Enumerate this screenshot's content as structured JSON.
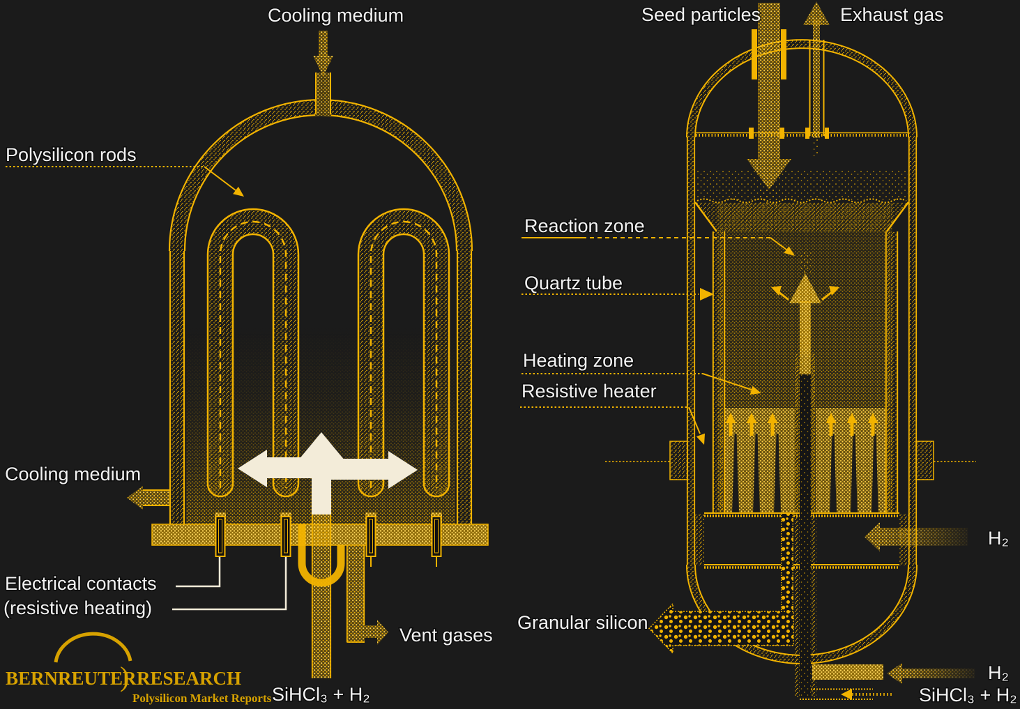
{
  "colors": {
    "background": "#1b1b1b",
    "gold": "#f2b300",
    "gold_bright": "#ffd24a",
    "cream": "#f3ecd9",
    "label": "#f2f2f2",
    "logo_gold": "#d7a200"
  },
  "siemens_reactor": {
    "labels": {
      "cooling_medium_top": "Cooling medium",
      "polysilicon_rods": "Polysilicon rods",
      "cooling_medium_side": "Cooling medium",
      "electrical_contacts_line1": "Electrical contacts",
      "electrical_contacts_line2": "(resistive heating)",
      "vent_gases": "Vent gases",
      "feed_gas": "SiHCl₃ + H₂"
    }
  },
  "fbr_reactor": {
    "labels": {
      "seed_particles": "Seed particles",
      "exhaust_gas": "Exhaust gas",
      "reaction_zone": "Reaction zone",
      "quartz_tube": "Quartz tube",
      "heating_zone": "Heating zone",
      "resistive_heater": "Resistive heater",
      "granular_silicon": "Granular silicon",
      "h2_upper": "H₂",
      "h2_lower": "H₂",
      "feed_gas": "SiHCl₃ + H₂"
    }
  },
  "logo": {
    "word1": "BERNREUTER",
    "separator": ")",
    "word2": "RESEARCH",
    "tagline": "Polysilicon Market Reports"
  }
}
